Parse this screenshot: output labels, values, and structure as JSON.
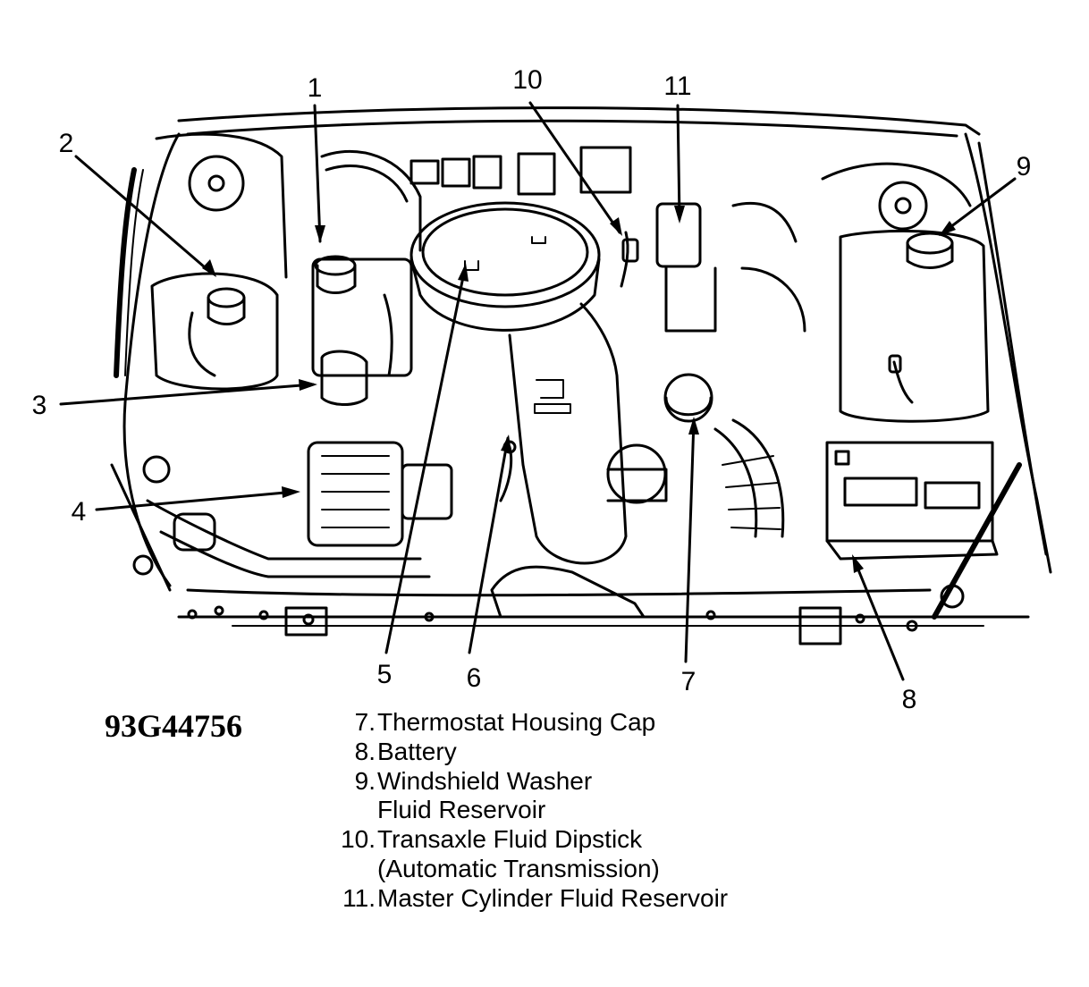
{
  "figure_id": "93G44756",
  "callouts": [
    "1",
    "2",
    "3",
    "4",
    "5",
    "6",
    "7",
    "8",
    "9",
    "10",
    "11"
  ],
  "legend": [
    {
      "num": "7.",
      "text": "Thermostat Housing Cap"
    },
    {
      "num": "8.",
      "text": "Battery"
    },
    {
      "num": "9.",
      "text": "Windshield Washer",
      "cont": "Fluid Reservoir"
    },
    {
      "num": "10.",
      "text": "Transaxle Fluid Dipstick",
      "cont": "(Automatic Transmission)"
    },
    {
      "num": "11.",
      "text": "Master Cylinder Fluid Reservoir"
    }
  ],
  "colors": {
    "ink": "#000000",
    "paper": "#ffffff"
  }
}
